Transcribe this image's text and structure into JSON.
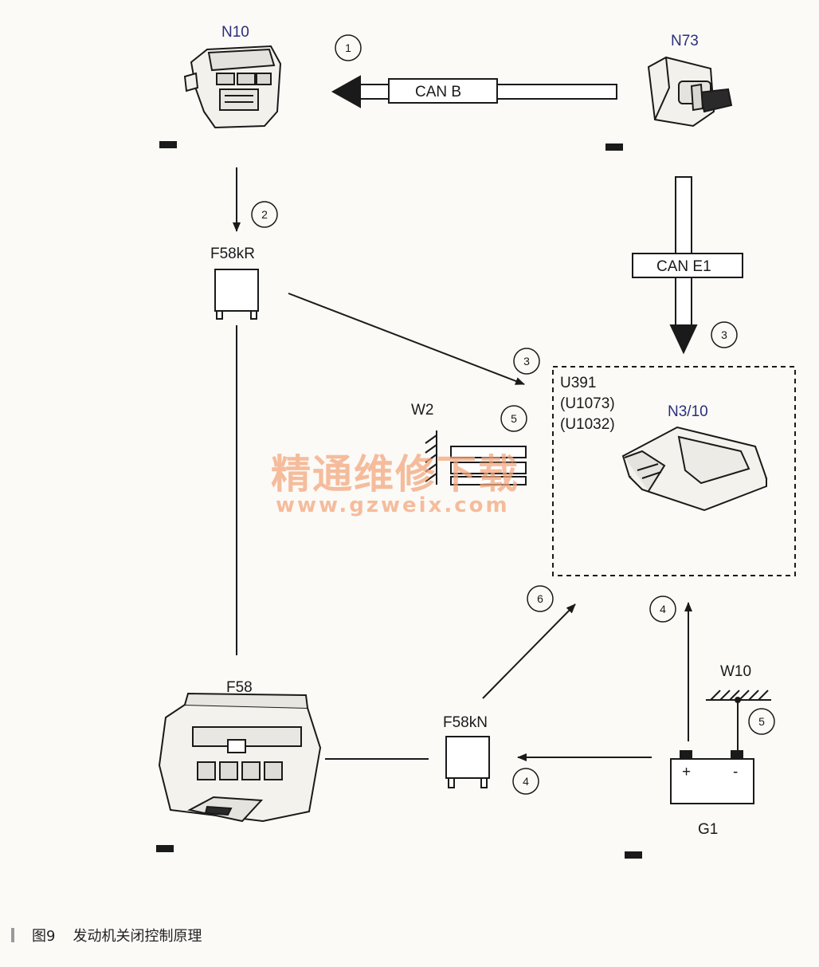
{
  "components": {
    "n10": "N10",
    "n73": "N73",
    "f58kr": "F58kR",
    "u391": "U391",
    "u1073": "(U1073)",
    "u1032": "(U1032)",
    "n3_10": "N3/10",
    "w2": "W2",
    "w10": "W10",
    "f58": "F58",
    "f58kn": "F58kN",
    "g1": "G1",
    "plus": "+",
    "minus": "-"
  },
  "buses": {
    "can_b": "CAN B",
    "can_e1": "CAN E1"
  },
  "steps": [
    "1",
    "2",
    "3",
    "3",
    "5",
    "6",
    "4",
    "5",
    "4"
  ],
  "watermark": {
    "line1": "精通维修下载",
    "line2": "www.gzweix.com"
  },
  "caption": {
    "figure": "图9",
    "title": "发动机关闭控制原理"
  },
  "colors": {
    "line": "#1a1a1a",
    "watermark": "#f4a87e",
    "label_blue": "#2b2f7a"
  }
}
